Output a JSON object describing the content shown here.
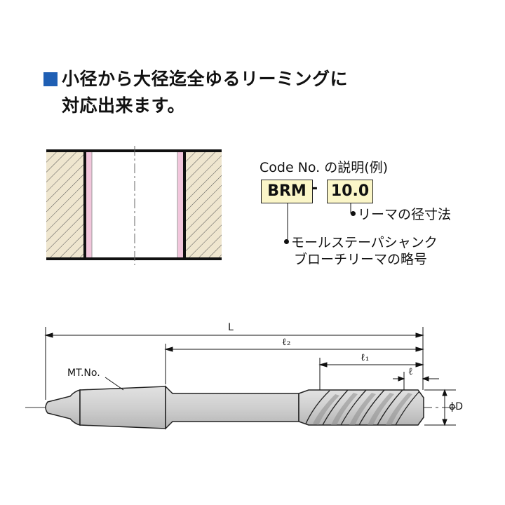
{
  "heading": {
    "line1": "小径から大径迄全ゆるリーミングに",
    "line2": "対応出来ます。"
  },
  "code": {
    "title": "Code No. の説明(例)",
    "prefix": "BRM",
    "separator": "-",
    "size": "10.0",
    "note_size": "リーマの径寸法",
    "note_prefix_line1": "モールステーパシャンク",
    "note_prefix_line2": "ブローチリーマの略号"
  },
  "dimensions": {
    "L": "L",
    "l2": "ℓ₂",
    "l1": "ℓ₁",
    "l": "ℓ",
    "phiD": "ϕD",
    "taper": "MT.No."
  },
  "colors": {
    "accent": "#1f5fb4",
    "box_fill": "#fbf6c8",
    "bore_pink": "#f2c6dc",
    "tool_gray": "#c8c8c8"
  }
}
